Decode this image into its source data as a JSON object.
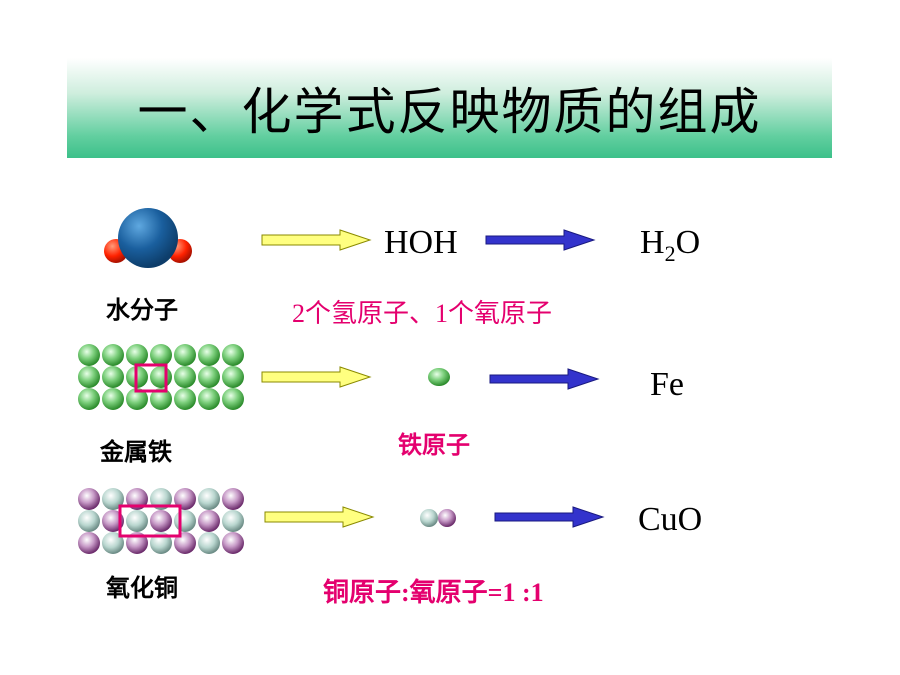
{
  "title": "一、化学式反映物质的组成",
  "rows": [
    {
      "label": "水分子",
      "intermediate": "HOH",
      "formula_main": "H",
      "formula_sub": "2",
      "formula_tail": "O",
      "note": "2个氢原子、1个氧原子"
    },
    {
      "label": "金属铁",
      "formula_main": "Fe",
      "note": "铁原子"
    },
    {
      "label": "氧化铜",
      "formula_main": "CuO",
      "note": "铜原子:氧原子=1 :1"
    }
  ],
  "colors": {
    "title_band": "#3cc08a",
    "note_text": "#e4006e",
    "yellow_arrow": "#ffff80",
    "blue_arrow": "#3333cc",
    "highlight_box": "#e4006e",
    "iron_atom": "#3aa33a",
    "oxygen_atom": "#1a5f9e",
    "hydrogen_atom": "#ff2200",
    "copper_atom": "#b0d8d0",
    "copper_oxygen_atom": "#9a4a9a"
  }
}
